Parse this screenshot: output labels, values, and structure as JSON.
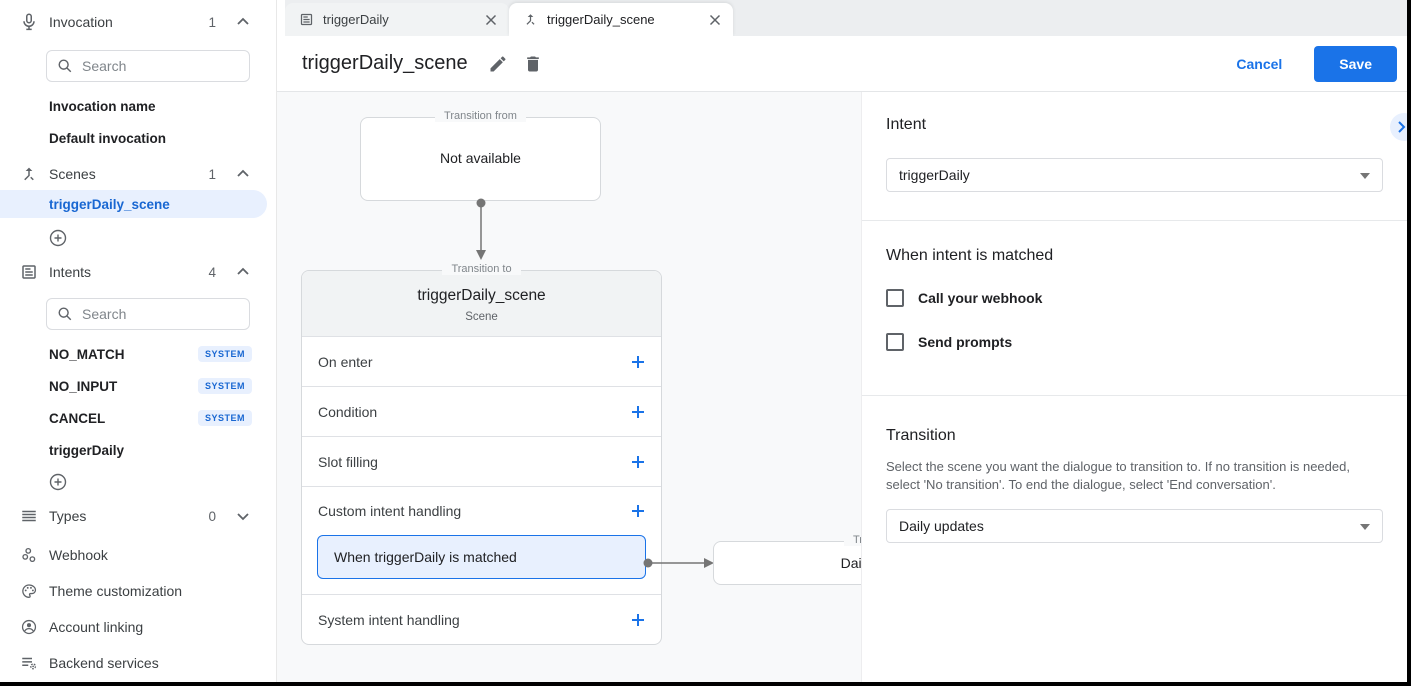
{
  "colors": {
    "accent": "#1a73e8",
    "selected_bg": "#e8f0fe",
    "selected_text": "#1967d2",
    "canvas_bg": "#f8f9fa"
  },
  "sidebar": {
    "invocation": {
      "label": "Invocation",
      "count": "1",
      "search_placeholder": "Search",
      "items": [
        {
          "label": "Invocation name"
        },
        {
          "label": "Default invocation"
        }
      ]
    },
    "scenes": {
      "label": "Scenes",
      "count": "1",
      "items": [
        {
          "label": "triggerDaily_scene",
          "selected": true
        }
      ]
    },
    "intents": {
      "label": "Intents",
      "count": "4",
      "search_placeholder": "Search",
      "items": [
        {
          "label": "NO_MATCH",
          "badge": "SYSTEM"
        },
        {
          "label": "NO_INPUT",
          "badge": "SYSTEM"
        },
        {
          "label": "CANCEL",
          "badge": "SYSTEM"
        },
        {
          "label": "triggerDaily",
          "badge": ""
        }
      ]
    },
    "types": {
      "label": "Types",
      "count": "0"
    },
    "links": [
      {
        "label": "Webhook"
      },
      {
        "label": "Theme customization"
      },
      {
        "label": "Account linking"
      },
      {
        "label": "Backend services"
      }
    ]
  },
  "tabs": [
    {
      "label": "triggerDaily",
      "active": false
    },
    {
      "label": "triggerDaily_scene",
      "active": true
    }
  ],
  "header": {
    "title": "triggerDaily_scene",
    "cancel_label": "Cancel",
    "save_label": "Save"
  },
  "canvas": {
    "transition_from": {
      "legend": "Transition from",
      "value": "Not available"
    },
    "scene_card": {
      "legend": "Transition to",
      "title": "triggerDaily_scene",
      "subtitle": "Scene",
      "rows": [
        {
          "label": "On enter"
        },
        {
          "label": "Condition"
        },
        {
          "label": "Slot filling"
        },
        {
          "label": "Custom intent handling"
        },
        {
          "label": "System intent handling"
        }
      ],
      "selected_handler": "When triggerDaily is matched"
    },
    "target_card": {
      "legend": "Transition to",
      "title": "Daily updates"
    }
  },
  "panel": {
    "intent": {
      "heading": "Intent",
      "value": "triggerDaily"
    },
    "matched": {
      "heading": "When intent is matched",
      "checkboxes": [
        {
          "label": "Call your webhook",
          "checked": false
        },
        {
          "label": "Send prompts",
          "checked": false
        }
      ]
    },
    "transition": {
      "heading": "Transition",
      "description": "Select the scene you want the dialogue to transition to. If no transition is needed, select 'No transition'. To end the dialogue, select 'End conversation'.",
      "value": "Daily updates"
    }
  }
}
